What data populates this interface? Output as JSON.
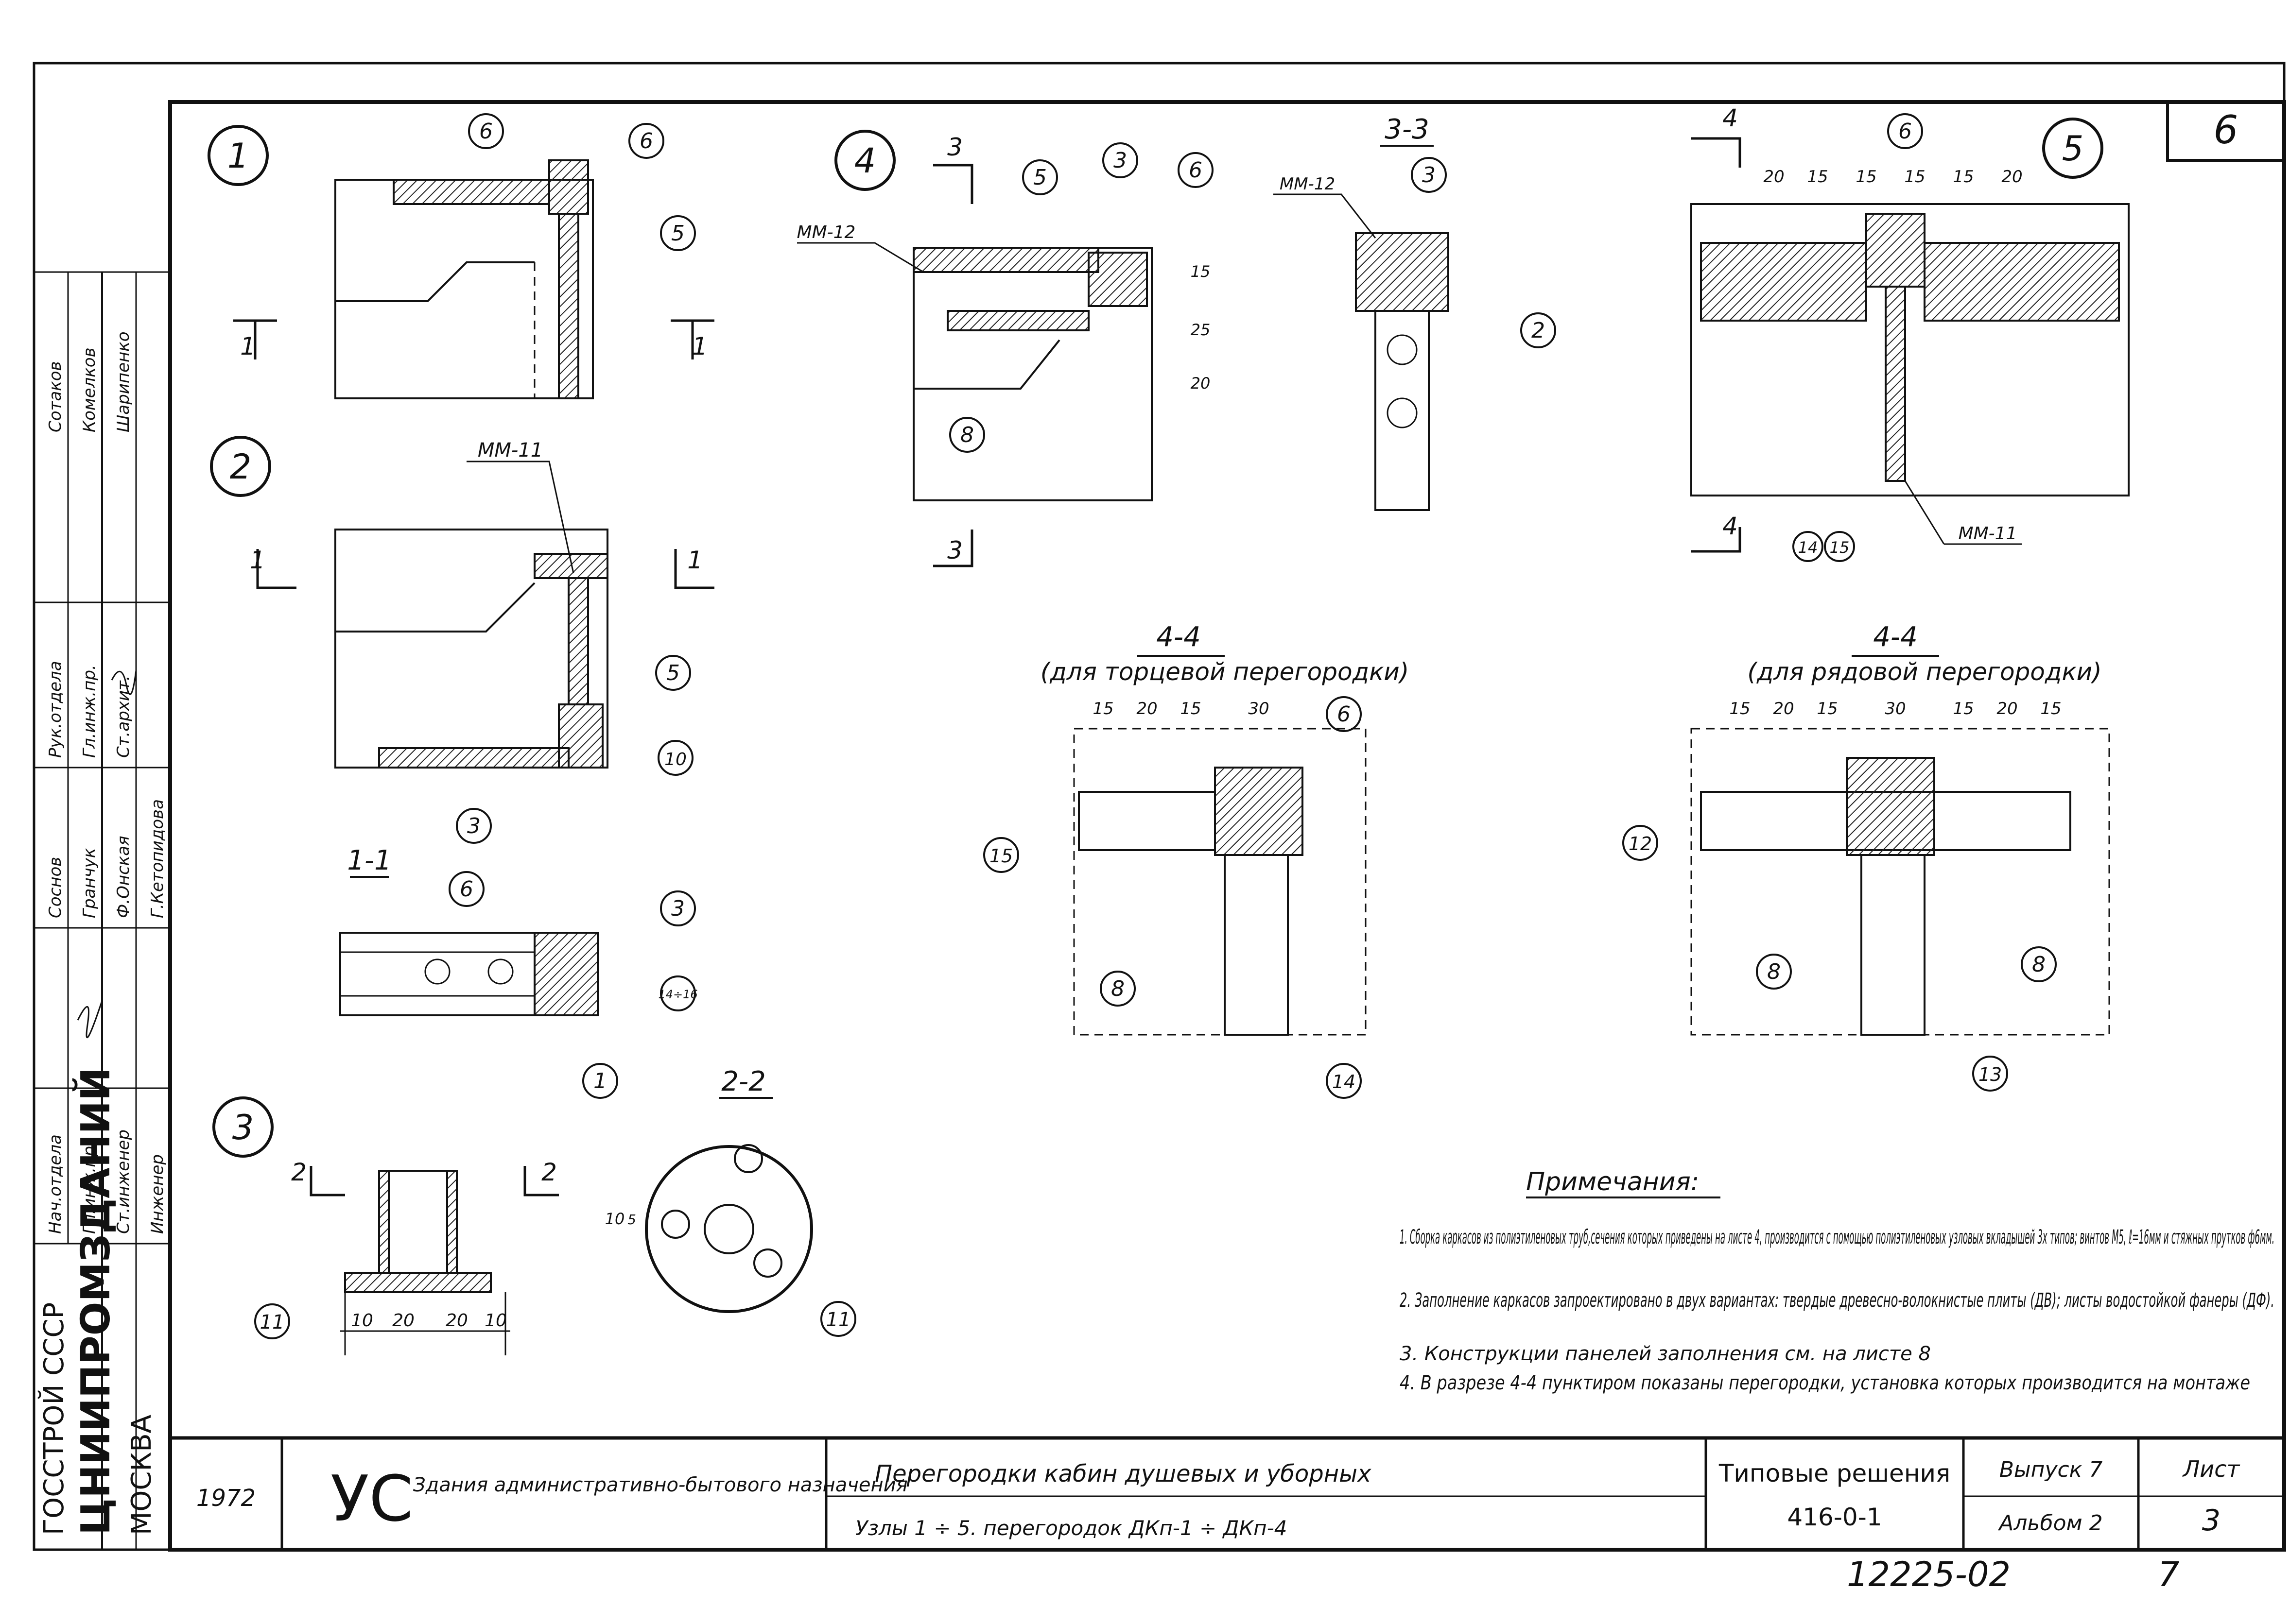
{
  "sheet": {
    "corner_number": "6",
    "bottom_number": "12225-02",
    "bottom_page": "7"
  },
  "side_stamp": {
    "org_line1": "ГОССТРОЙ СССР",
    "org_logo": "ЦНИИПРОМЗДАНИЙ",
    "org_city": "МОСКВА",
    "roles": [
      "Нач.отдела",
      "Гл.инж.пр.",
      "Ст.инженер",
      "Инженер"
    ],
    "names": [
      "Соснов",
      "Гранчук",
      "Ф.Онская",
      "Г.Кетопидова"
    ],
    "roles2": [
      "Рук.отдела",
      "Гл.инж.пр.",
      "Ст.архит."
    ],
    "names2": [
      "Сотаков",
      "Комелков",
      "Шарипенко"
    ]
  },
  "title_block": {
    "year": "1972",
    "logo": "УС",
    "building_type": "Здания административно-бытового назначения",
    "title_line1": "Перегородки кабин душевых и уборных",
    "title_line2": "Узлы 1 ÷ 5. перегородок ДКп-1 ÷ ДКп-4",
    "series_label": "Типовые решения",
    "series_number": "416-0-1",
    "issue": "Выпуск 7",
    "album": "Альбом 2",
    "sheet_label": "Лист",
    "sheet_number": "3"
  },
  "views": {
    "node1": "1",
    "node2": "2",
    "node3": "3",
    "node4": "4",
    "node5": "5",
    "section_1_1": "1-1",
    "section_2_2": "2-2",
    "section_3_3": "3-3",
    "section_4_4_a": "4-4",
    "section_4_4_a_sub": "(для торцевой перегородки)",
    "section_4_4_b": "4-4",
    "section_4_4_b_sub": "(для рядовой перегородки)",
    "cut_1": "1",
    "cut_2": "2",
    "cut_3": "3",
    "cut_4": "4"
  },
  "labels": {
    "mm11": "ММ-11",
    "mm12": "ММ-12",
    "mm12b": "ММ-12",
    "mm11b": "ММ-11",
    "fourteen_sixteen": "14÷16"
  },
  "callouts": [
    "1",
    "2",
    "3",
    "5",
    "6",
    "8",
    "10",
    "11",
    "12",
    "13",
    "14",
    "15"
  ],
  "dims": {
    "node3": [
      "10",
      "20",
      "20",
      "10"
    ],
    "sec22_v1": "10",
    "sec22_v2": "5",
    "node4_v": [
      "15",
      "25",
      "20"
    ],
    "node5": [
      "20",
      "15",
      "15",
      "15",
      "15",
      "20"
    ],
    "sec44a": [
      "15",
      "20",
      "15",
      "30"
    ],
    "sec44b": [
      "15",
      "20",
      "15",
      "30",
      "15",
      "20",
      "15"
    ]
  },
  "notes": {
    "heading": "Примечания:",
    "items": [
      "1. Сборка каркасов из полиэтиленовых труб,сечения которых приведены на листе 4, производится с помощью полиэтиленовых узловых вкладышей 3х типов; винтов М5, ℓ=16мм и стяжных прутков ф6мм.",
      "2. Заполнение каркасов запроектировано в двух вариантах: твердые древесно-волокнистые плиты (ДВ); листы водостойкой фанеры (ДФ).",
      "3. Конструкции панелей заполнения см. на листе 8",
      "4. В разрезе 4-4 пунктиром показаны перегородки, установка которых производится на монтаже"
    ]
  }
}
